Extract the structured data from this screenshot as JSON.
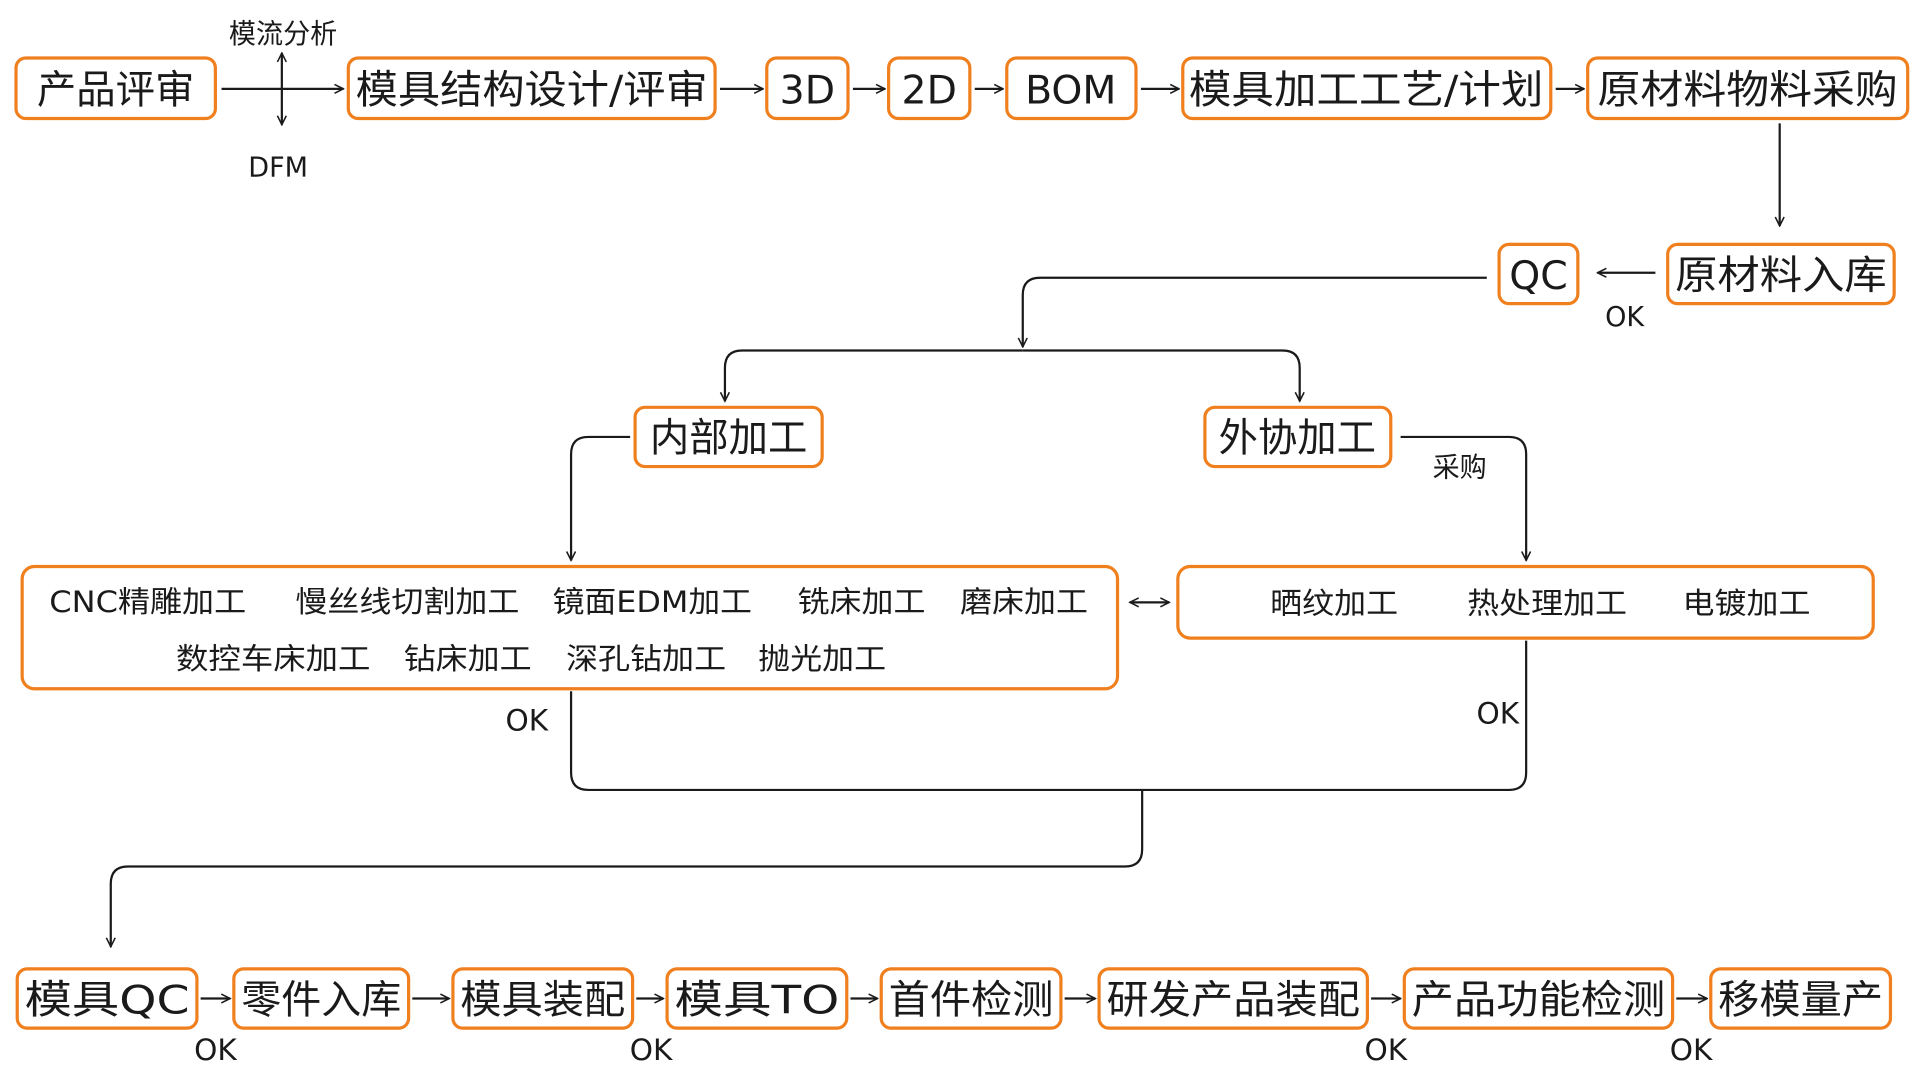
{
  "diagram": {
    "accent_color": "#f07f1e",
    "line_color": "#1a1a1a",
    "row1": [
      {
        "id": "product-review",
        "label": "产品评审"
      },
      {
        "id": "mold-structure-design",
        "label": "模具结构设计/评审"
      },
      {
        "id": "3d",
        "label": "3D"
      },
      {
        "id": "2d",
        "label": "2D"
      },
      {
        "id": "bom",
        "label": "BOM"
      },
      {
        "id": "mold-process-plan",
        "label": "模具加工工艺/计划"
      },
      {
        "id": "material-purchase",
        "label": "原材料物料采购"
      }
    ],
    "side_labels": {
      "mold_flow": "模流分析",
      "dfm": "DFM"
    },
    "row2": [
      {
        "id": "raw-material-storage",
        "label": "原材料入库"
      },
      {
        "id": "qc",
        "label": "QC"
      }
    ],
    "qc_ok": "OK",
    "branches": [
      {
        "id": "internal-processing",
        "label": "内部加工"
      },
      {
        "id": "outsourced-processing",
        "label": "外协加工"
      }
    ],
    "purchase_label": "采购",
    "internal_items_row1": [
      "CNC精雕加工",
      "慢丝线切割加工",
      "镜面EDM加工",
      "铣床加工",
      "磨床加工"
    ],
    "internal_items_row2": [
      "数控车床加工",
      "钻床加工",
      "深孔钻加工",
      "抛光加工"
    ],
    "external_items": [
      "晒纹加工",
      "热处理加工",
      "电镀加工"
    ],
    "internal_ok": "OK",
    "external_ok": "OK",
    "row4": [
      {
        "id": "mold-qc",
        "label": "模具QC",
        "ok": "OK"
      },
      {
        "id": "parts-storage",
        "label": "零件入库",
        "ok": ""
      },
      {
        "id": "mold-assembly",
        "label": "模具装配",
        "ok": "OK"
      },
      {
        "id": "mold-to",
        "label": "模具TO",
        "ok": ""
      },
      {
        "id": "first-article-inspection",
        "label": "首件检测",
        "ok": ""
      },
      {
        "id": "rd-product-assembly",
        "label": "研发产品装配",
        "ok": "OK"
      },
      {
        "id": "product-function-test",
        "label": "产品功能检测",
        "ok": "OK"
      },
      {
        "id": "mass-production",
        "label": "移模量产",
        "ok": ""
      }
    ]
  }
}
